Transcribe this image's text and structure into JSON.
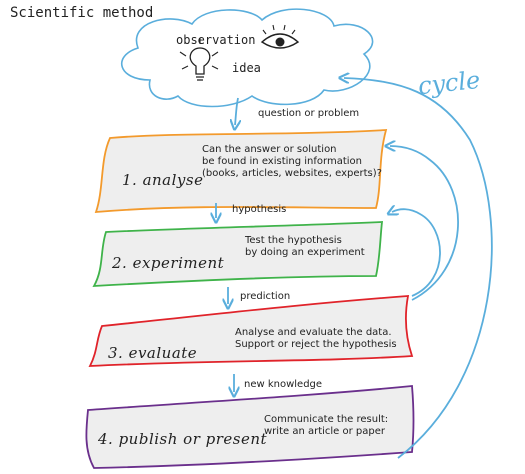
{
  "title": "Scientific method",
  "cloud": {
    "observation": "observation",
    "idea": "idea"
  },
  "cycle_label": "cycle",
  "connectors": {
    "question": "question or problem",
    "hypothesis": "hypothesis",
    "prediction": "prediction",
    "knowledge": "new knowledge"
  },
  "steps": {
    "analyse": {
      "label": "1. analyse",
      "line1": "Can the answer or solution",
      "line2": "be found in existing information",
      "line3": "(books, articles, websites, experts)?"
    },
    "experiment": {
      "label": "2. experiment",
      "line1": "Test the hypothesis",
      "line2": "by doing an experiment"
    },
    "evaluate": {
      "label": "3. evaluate",
      "line1": "Analyse and evaluate the data.",
      "line2": "Support or reject the hypothesis"
    },
    "publish": {
      "label": "4. publish or present",
      "line1": "Communicate the result:",
      "line2": "write an article or paper"
    }
  },
  "colors": {
    "cloud": "#5aaedc",
    "analyse": "#f39a2c",
    "experiment": "#3fb34a",
    "evaluate": "#e0232a",
    "publish": "#6a2f8c",
    "arrow": "#5aaedc",
    "box_fill": "#eeeeee"
  }
}
